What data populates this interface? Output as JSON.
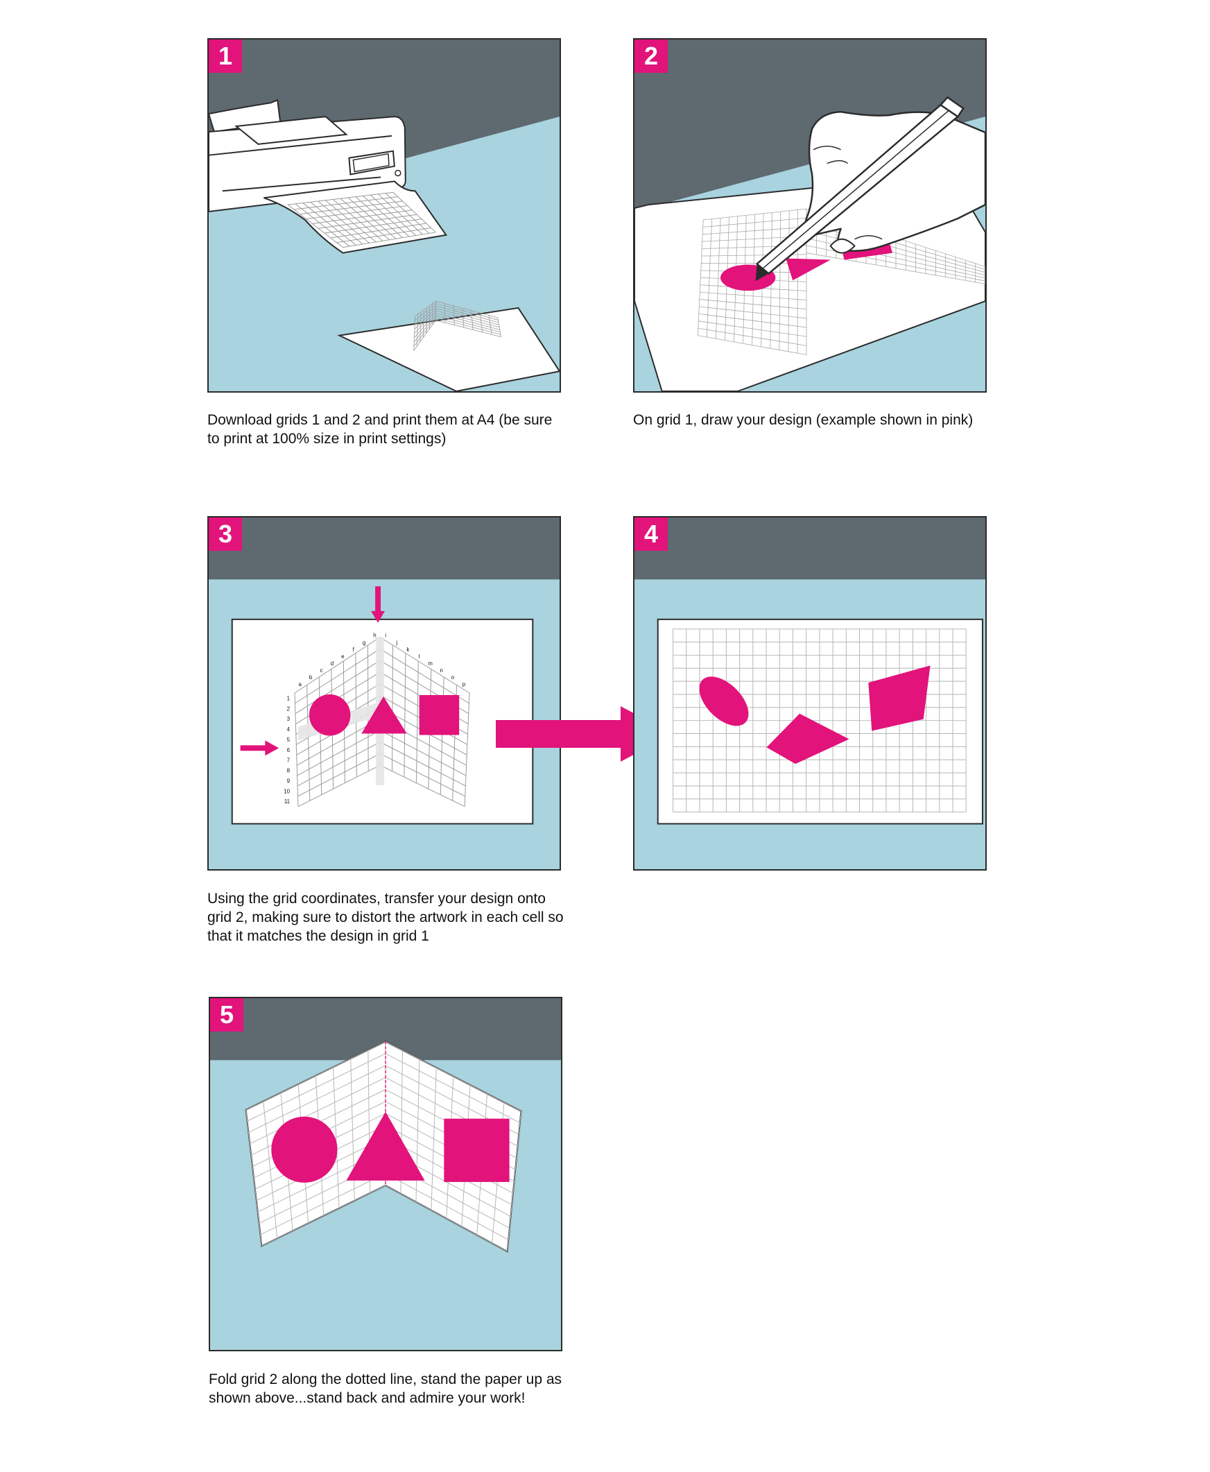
{
  "steps": [
    {
      "number": "1",
      "caption": "Download grids 1 and 2 and print them at A4 (be sure to print at 100% size in print settings)"
    },
    {
      "number": "2",
      "caption": "On grid 1, draw your design (example shown in pink)"
    },
    {
      "number": "3",
      "caption": "Using the grid coordinates, transfer your design onto grid 2, making sure to distort the artwork in each cell so that it matches the design in grid 1"
    },
    {
      "number": "4",
      "caption": ""
    },
    {
      "number": "5",
      "caption": "Fold grid 2 along the dotted line, stand the paper up as shown above...stand back and admire your work!"
    }
  ],
  "grid_labels": {
    "letters": [
      "a",
      "b",
      "c",
      "d",
      "e",
      "f",
      "g",
      "h",
      "i",
      "j",
      "k",
      "l",
      "m",
      "n",
      "o",
      "p"
    ],
    "numbers": [
      "1",
      "2",
      "3",
      "4",
      "5",
      "6",
      "7",
      "8",
      "9",
      "10",
      "11"
    ]
  },
  "colors": {
    "accent": "#e2137b",
    "wall": "#5e6970",
    "table": "#a9d3de",
    "outline": "#2b2b2b",
    "grid": "#9a9a9a"
  },
  "icons": [
    "printer-icon",
    "hand-icon",
    "pencil-icon",
    "arrow-icon"
  ]
}
